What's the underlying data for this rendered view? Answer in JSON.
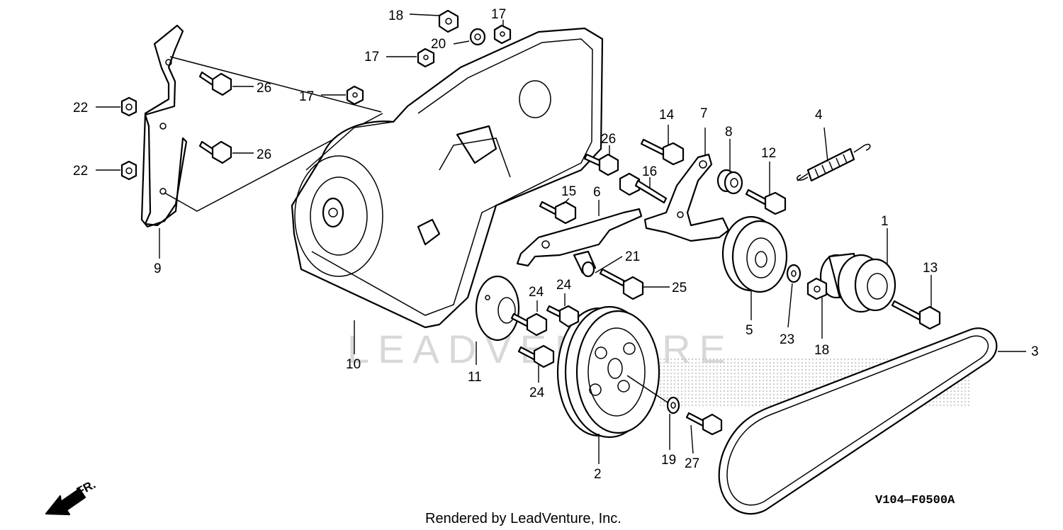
{
  "diagram": {
    "footer_text": "Rendered by LeadVenture, Inc.",
    "diagram_code": "V104—F0500A",
    "watermark_text": "LEADVENTURE",
    "direction_label": "FR.",
    "callouts": [
      {
        "id": "c1",
        "label": "1"
      },
      {
        "id": "c2",
        "label": "2"
      },
      {
        "id": "c3",
        "label": "3"
      },
      {
        "id": "c4",
        "label": "4"
      },
      {
        "id": "c5",
        "label": "5"
      },
      {
        "id": "c6",
        "label": "6"
      },
      {
        "id": "c7",
        "label": "7"
      },
      {
        "id": "c8",
        "label": "8"
      },
      {
        "id": "c9",
        "label": "9"
      },
      {
        "id": "c10",
        "label": "10"
      },
      {
        "id": "c11",
        "label": "11"
      },
      {
        "id": "c12",
        "label": "12"
      },
      {
        "id": "c13",
        "label": "13"
      },
      {
        "id": "c14",
        "label": "14"
      },
      {
        "id": "c15",
        "label": "15"
      },
      {
        "id": "c16",
        "label": "16"
      },
      {
        "id": "c17a",
        "label": "17"
      },
      {
        "id": "c17b",
        "label": "17"
      },
      {
        "id": "c17c",
        "label": "17"
      },
      {
        "id": "c18a",
        "label": "18"
      },
      {
        "id": "c18b",
        "label": "18"
      },
      {
        "id": "c19",
        "label": "19"
      },
      {
        "id": "c20",
        "label": "20"
      },
      {
        "id": "c21",
        "label": "21"
      },
      {
        "id": "c22a",
        "label": "22"
      },
      {
        "id": "c22b",
        "label": "22"
      },
      {
        "id": "c23",
        "label": "23"
      },
      {
        "id": "c24a",
        "label": "24"
      },
      {
        "id": "c24b",
        "label": "24"
      },
      {
        "id": "c24c",
        "label": "24"
      },
      {
        "id": "c25",
        "label": "25"
      },
      {
        "id": "c26a",
        "label": "26"
      },
      {
        "id": "c26b",
        "label": "26"
      },
      {
        "id": "c26c",
        "label": "26"
      },
      {
        "id": "c27",
        "label": "27"
      }
    ]
  }
}
